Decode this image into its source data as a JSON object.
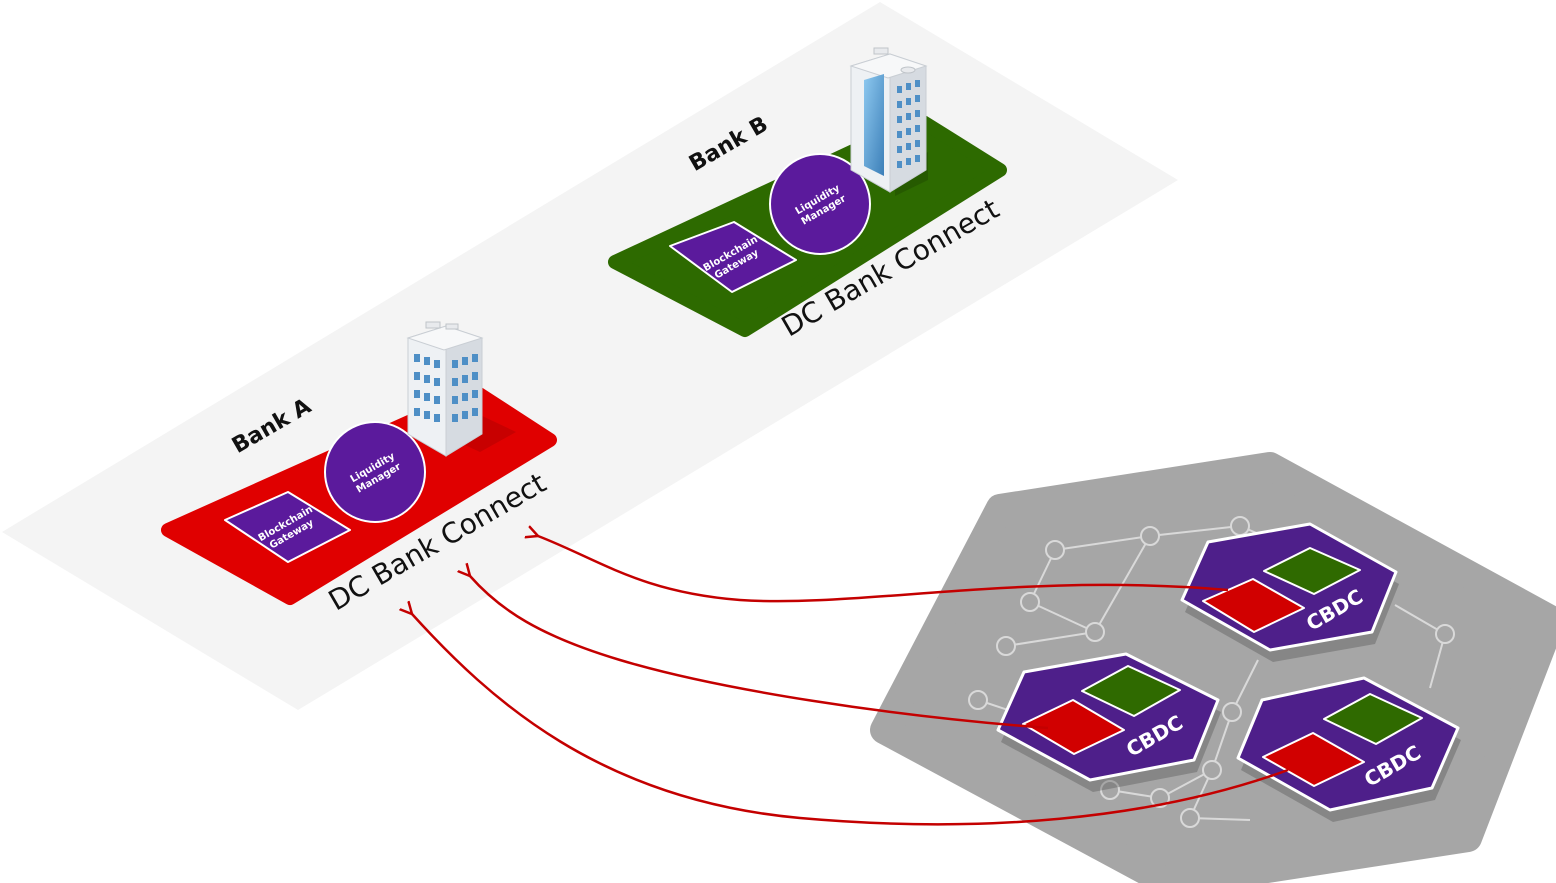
{
  "banks": [
    {
      "name": "Bank A",
      "platform_label": "DC Bank Connect",
      "platform_color": "#e00000",
      "blockchain_gateway": [
        "Blockchain",
        "Gateway"
      ],
      "liquidity_manager": [
        "Liquidity",
        "Manager"
      ]
    },
    {
      "name": "Bank B",
      "platform_label": "DC Bank Connect",
      "platform_color": "#2d6a00",
      "blockchain_gateway": [
        "Blockchain",
        "Gateway"
      ],
      "liquidity_manager": [
        "Liquidity",
        "Manager"
      ]
    }
  ],
  "cbdc_nodes": [
    {
      "label": "CBDC"
    },
    {
      "label": "CBDC"
    },
    {
      "label": "CBDC"
    }
  ],
  "colors": {
    "component_purple": "#5b1a9c",
    "cbdc_purple": "#4e1f8a",
    "token_red": "#d10000",
    "token_green": "#2f6a00",
    "network_gray": "#a6a6a6",
    "arrow_red": "#c40000",
    "floor_gray": "#f4f4f4"
  },
  "icons": [
    "office-building-icon"
  ]
}
